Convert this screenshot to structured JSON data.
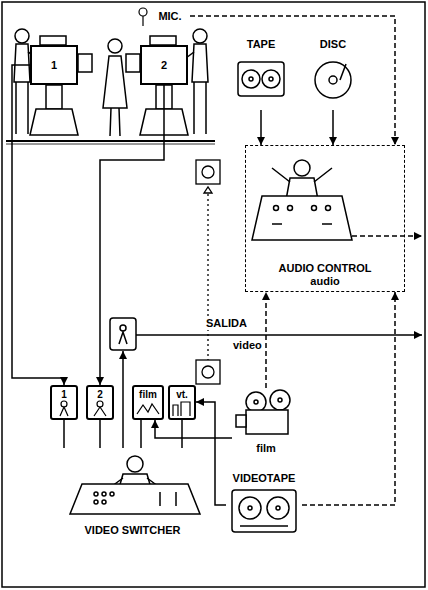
{
  "diagram": {
    "nodes": [
      {
        "text": [
          "1"
        ]
      },
      {
        "text": [
          "2"
        ]
      },
      {
        "text": [
          "MIC."
        ]
      },
      {
        "text": [
          "TAPE"
        ]
      },
      {
        "text": [
          "DISC"
        ]
      },
      {
        "text": [
          "AUDIO CONTROL",
          "audio"
        ]
      },
      {
        "text": [
          "1"
        ]
      },
      {
        "text": [
          "2"
        ]
      },
      {
        "text": [
          "film"
        ]
      },
      {
        "text": [
          "vt."
        ]
      },
      {
        "text": [
          "film"
        ]
      },
      {
        "text": [
          "VIDEOTAPE"
        ]
      },
      {
        "text": [
          "VIDEO SWITCHER"
        ]
      }
    ],
    "edges": [
      {
        "from": 0,
        "to": 6,
        "arrow": "to"
      },
      {
        "from": 1,
        "to": 7,
        "arrow": "to"
      },
      {
        "from": 2,
        "to": 5,
        "arrow": "to"
      },
      {
        "from": 3,
        "to": 5,
        "arrow": "to"
      },
      {
        "from": 4,
        "to": 5,
        "arrow": "to"
      },
      {
        "from": 10,
        "to": 8,
        "arrow": "to"
      },
      {
        "from": 11,
        "to": 9,
        "arrow": "to"
      },
      {
        "from": 10,
        "to": 5,
        "arrow": "to"
      },
      {
        "from": 11,
        "to": 5,
        "arrow": "to"
      },
      {
        "from": 6,
        "to": 12,
        "arrow": "none"
      },
      {
        "from": 7,
        "to": 12,
        "arrow": "none"
      },
      {
        "from": 8,
        "to": 12,
        "arrow": "none"
      },
      {
        "from": 9,
        "to": 12,
        "arrow": "none"
      }
    ],
    "labels": [
      "SALIDA",
      "video"
    ]
  }
}
